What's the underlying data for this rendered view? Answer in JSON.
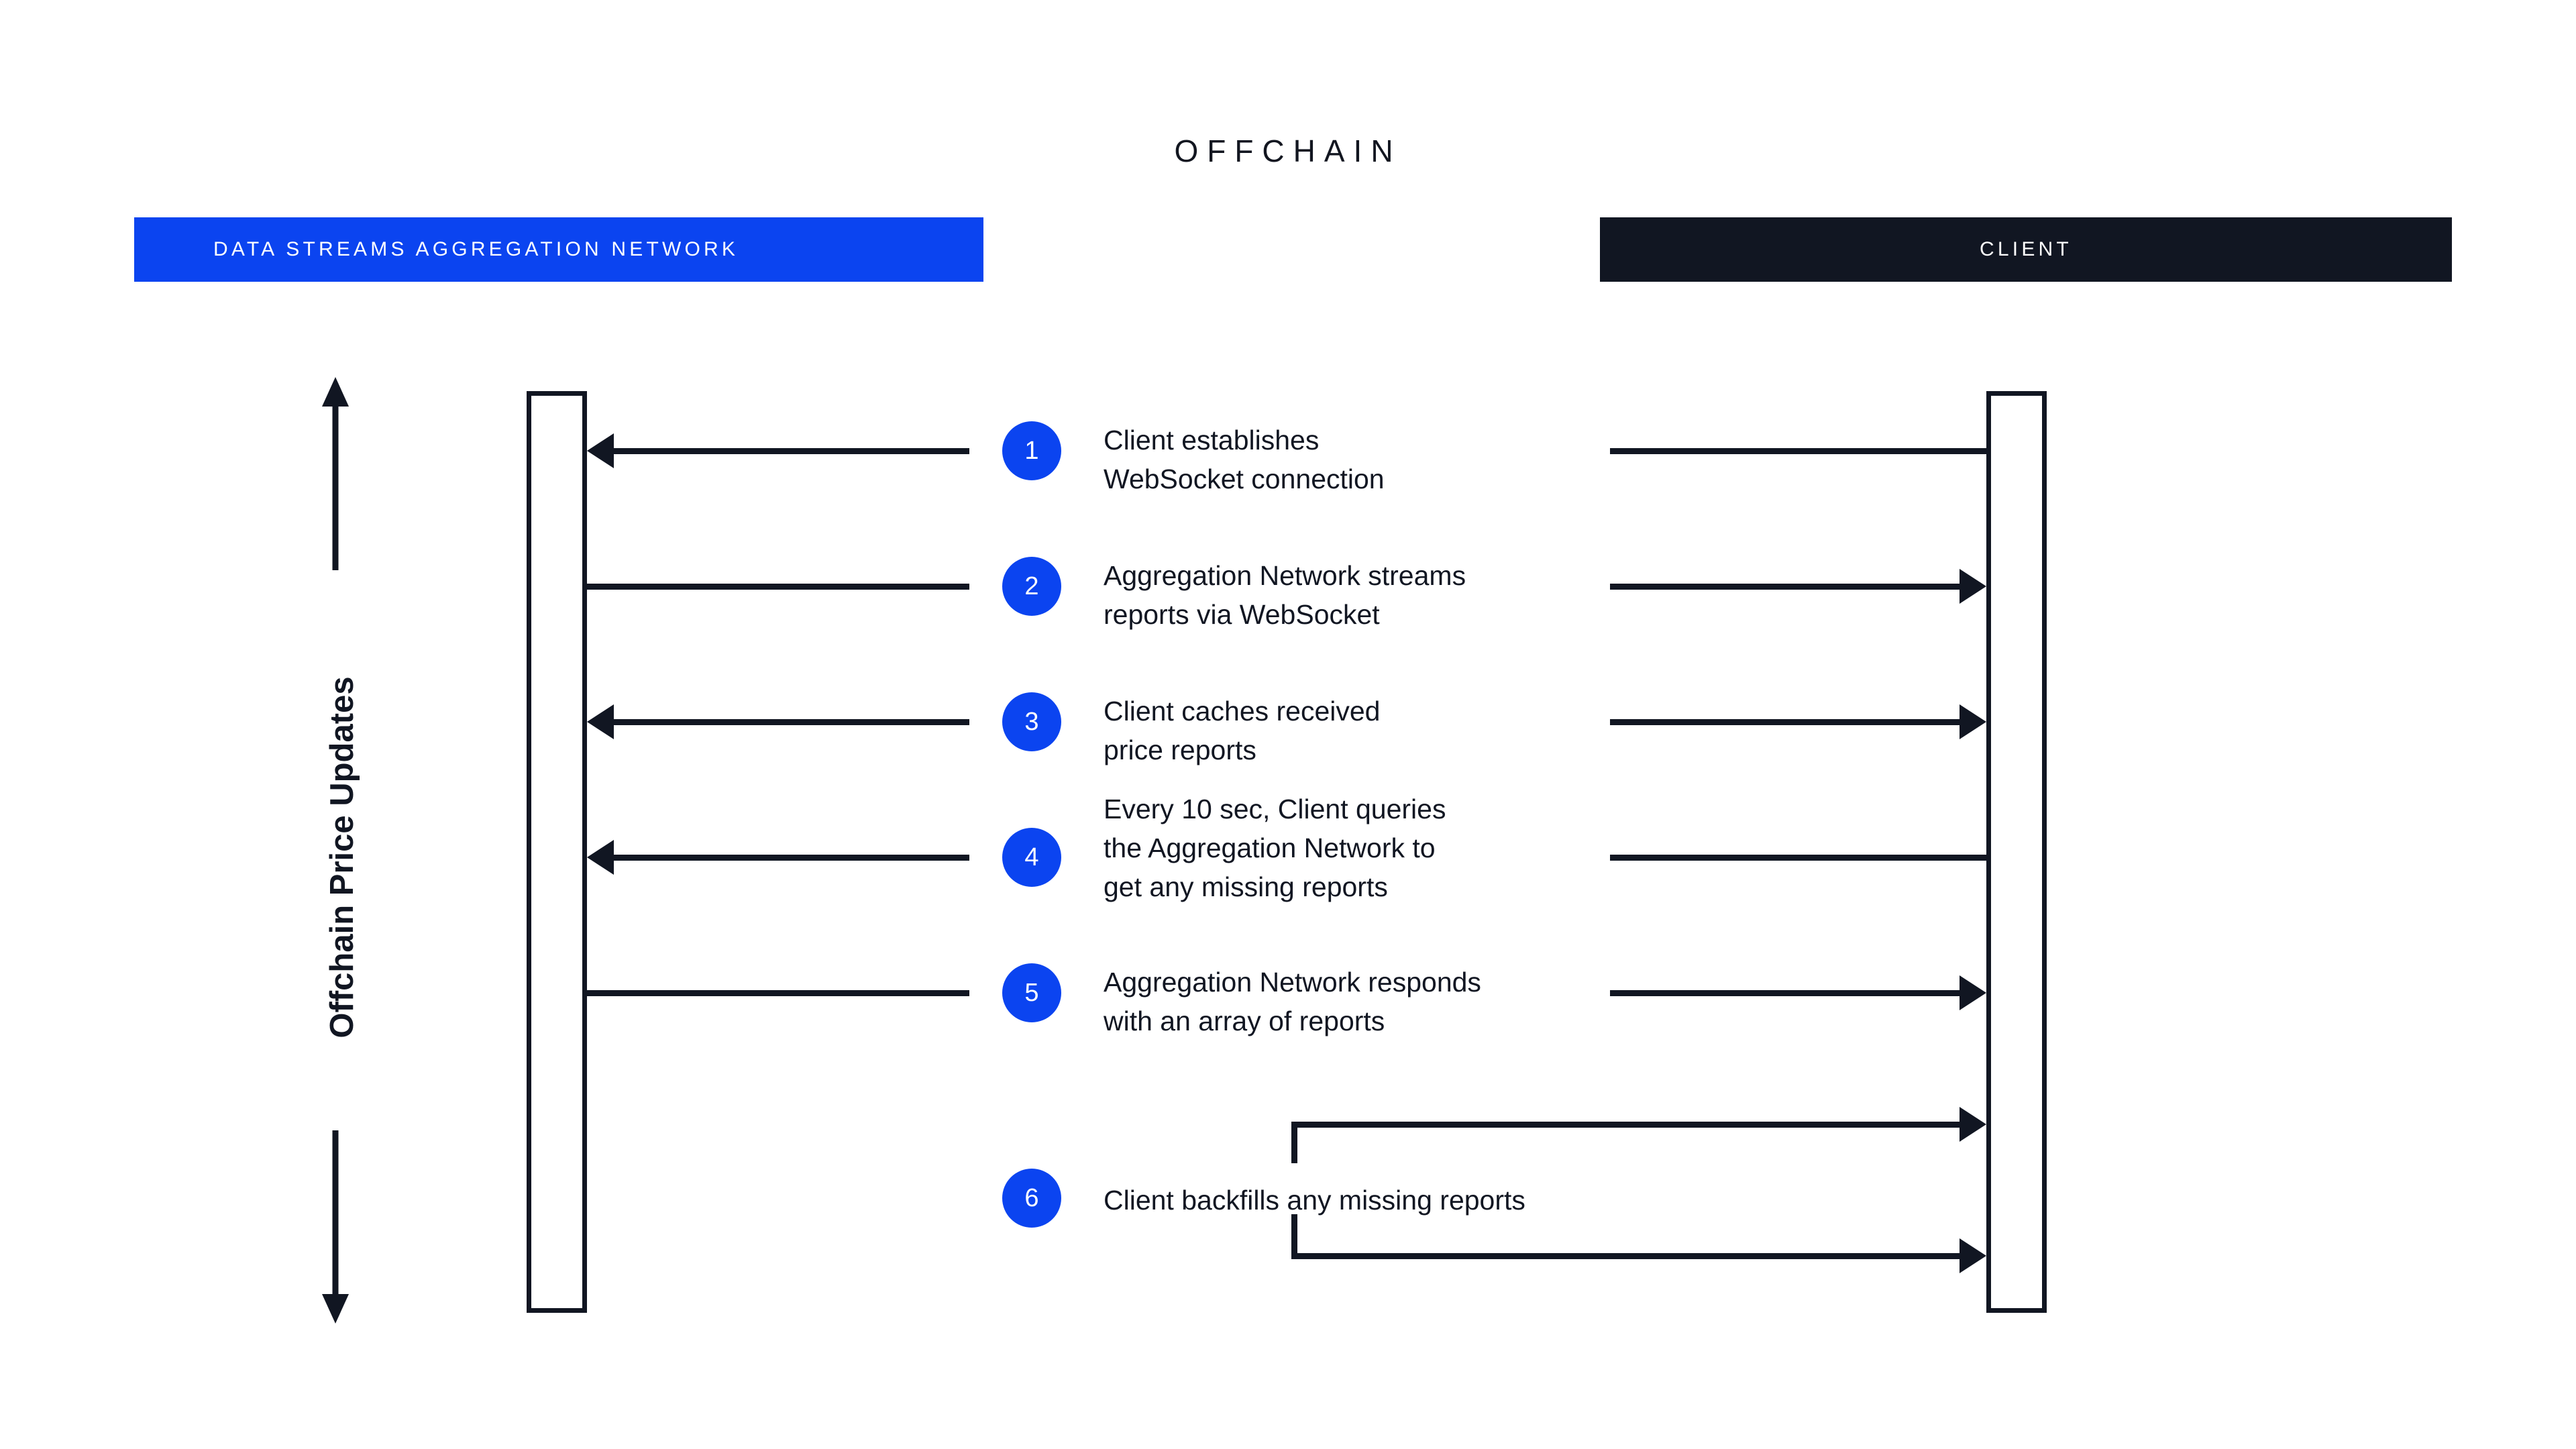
{
  "diagram": {
    "title": "OFFCHAIN",
    "axis_label": "Offchain Price Updates",
    "colors": {
      "brand_blue": "#0b44f0",
      "ink_black": "#111622",
      "background": "#ffffff",
      "header_text": "#ffffff"
    }
  },
  "lanes": [
    {
      "id": "aggregation-network",
      "label": "DATA STREAMS AGGREGATION NETWORK",
      "header_bg": "#0b44f0"
    },
    {
      "id": "client",
      "label": "CLIENT",
      "header_bg": "#111622"
    }
  ],
  "steps": [
    {
      "number": "1",
      "text": "Client establishes\nWebSocket connection",
      "direction": "right-to-left"
    },
    {
      "number": "2",
      "text": "Aggregation Network streams\nreports via WebSocket",
      "direction": "left-to-right"
    },
    {
      "number": "3",
      "text": "Client caches received\nprice reports",
      "direction": "bidirectional"
    },
    {
      "number": "4",
      "text": "Every 10 sec, Client queries\nthe Aggregation Network to\nget any missing reports",
      "direction": "right-to-left"
    },
    {
      "number": "5",
      "text": "Aggregation Network responds\nwith an array of reports",
      "direction": "left-to-right"
    },
    {
      "number": "6",
      "text": "Client backfills any missing reports",
      "direction": "client-self-loop"
    }
  ]
}
